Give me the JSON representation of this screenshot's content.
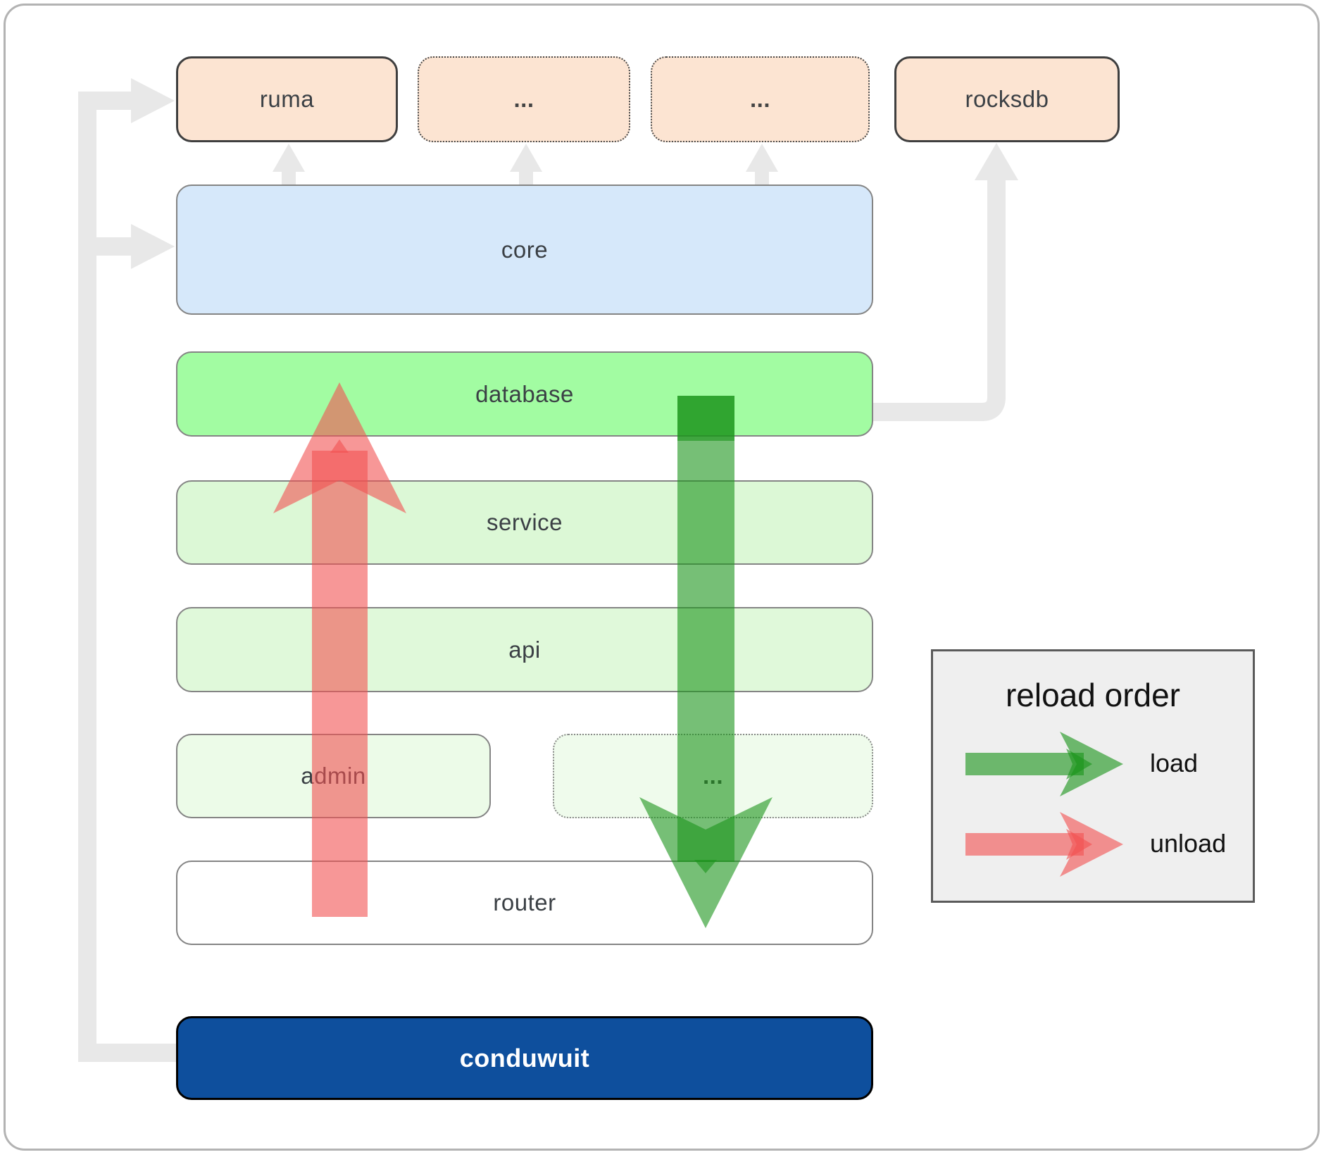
{
  "diagram": {
    "top_row": [
      {
        "label": "ruma"
      },
      {
        "label": "..."
      },
      {
        "label": "..."
      },
      {
        "label": "rocksdb"
      }
    ],
    "layers": [
      {
        "label": "core"
      },
      {
        "label": "database"
      },
      {
        "label": "service"
      },
      {
        "label": "api"
      },
      {
        "label": "admin"
      },
      {
        "label": "..."
      },
      {
        "label": "router"
      },
      {
        "label": "conduwuit"
      }
    ],
    "colors": {
      "dependency_fill": "#fce4d2",
      "core_fill": "#d6e8fa",
      "database_fill": "#a2fca2",
      "service_fill": "#dcf8d6",
      "api_fill": "#e0f9da",
      "admin_fill": "#ecfbe8",
      "router_fill": "#ffffff",
      "conduwuit_fill": "#0e4f9d",
      "connector_gray": "#e8e8e8",
      "load_green": "#1b941b",
      "unload_red": "#f25252"
    }
  },
  "legend": {
    "title": "reload order",
    "items": [
      {
        "label": "load",
        "color": "#1b941b"
      },
      {
        "label": "unload",
        "color": "#f25252"
      }
    ]
  }
}
